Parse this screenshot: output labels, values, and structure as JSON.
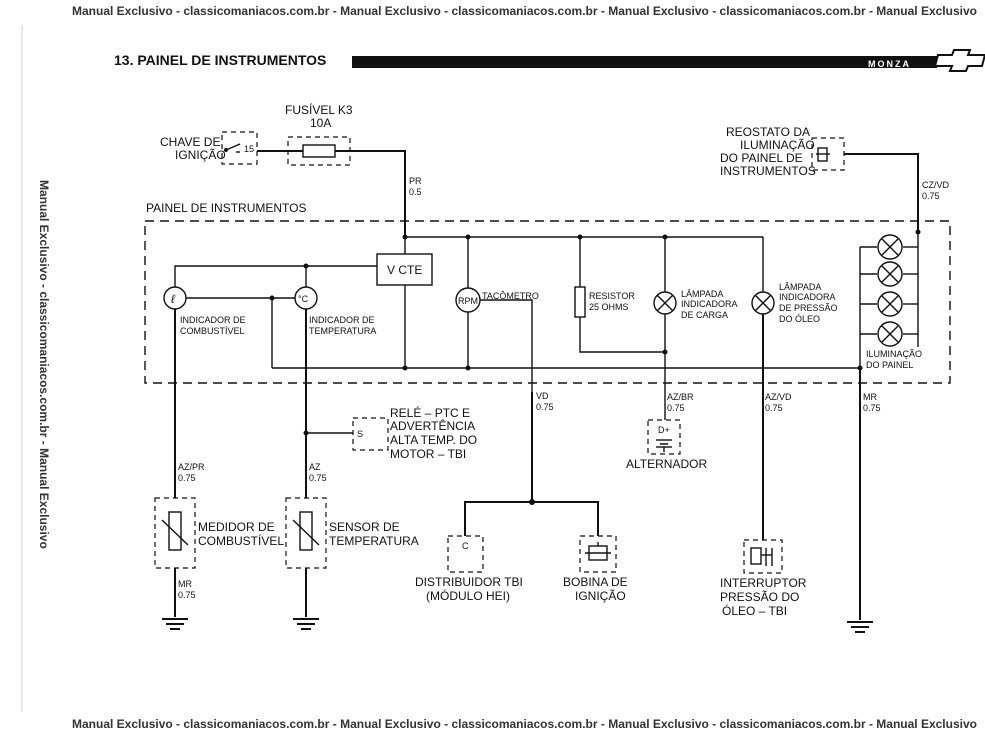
{
  "watermark": {
    "top": "Manual Exclusivo - classicomaniacos.com.br - Manual  Exclusivo - classicomaniacos.com.br - Manual  Exclusivo - classicomaniacos.com.br - Manual  Exclusivo",
    "bottom": "Manual  Exclusivo - classicomaniacos.com.br - Manual  Exclusivo - classicomaniacos.com.br - Manual  Exclusivo - classicomaniacos.com.br - Manual  Exclusivo",
    "side": "Manual Exclusivo - classicomaniacos.com.br - Manual  Exclusivo"
  },
  "header": {
    "title": "13. PAINEL DE INSTRUMENTOS",
    "brand": "MONZA"
  },
  "components": {
    "fuse": [
      "FUSÍVEL K3",
      "10A"
    ],
    "ignition_switch": [
      "CHAVE DE",
      "IGNIÇÃO"
    ],
    "ignition_pin": "15",
    "wire_pr": [
      "PR",
      "0.5"
    ],
    "rheostat": [
      "REOSTATO DA",
      "ILUMINAÇÃO",
      "DO PAINEL DE",
      "INSTRUMENTOS"
    ],
    "wire_cz": [
      "CZ/VD",
      "0.75"
    ],
    "panel_label": "PAINEL DE INSTRUMENTOS",
    "vcte": "V CTE",
    "fuel_symbol": "ℓ",
    "temp_symbol": "°C",
    "fuel_indicator": [
      "INDICADOR DE",
      "COMBUSTÍVEL"
    ],
    "temp_indicator": [
      "INDICADOR DE",
      "TEMPERATURA"
    ],
    "rpm": "RPM",
    "tachometer": "TACÔMETRO",
    "resistor": [
      "RESISTOR",
      "25 OHMS"
    ],
    "charge_lamp": [
      "LÂMPADA",
      "INDICADORA",
      "DE CARGA"
    ],
    "oil_lamp": [
      "LÂMPADA",
      "INDICADORA",
      "DE PRESSÃO",
      "DO ÓLEO"
    ],
    "panel_lights": [
      "ILUMINAÇÃO",
      "DO PAINEL"
    ],
    "wire_vd": [
      "VD",
      "0.75"
    ],
    "wire_azbr": [
      "AZ/BR",
      "0.75"
    ],
    "wire_azvd": [
      "AZ/VD",
      "0.75"
    ],
    "wire_mr_right": [
      "MR",
      "0.75"
    ],
    "relay": [
      "RELÉ  – PTC E",
      "ADVERTÊNCIA",
      "ALTA TEMP. DO",
      "MOTOR  – TBI"
    ],
    "relay_pin": "S",
    "alternator": "ALTERNADOR",
    "alternator_pin": "D+",
    "wire_azpr": [
      "AZ/PR",
      "0.75"
    ],
    "wire_az": [
      "AZ",
      "0.75"
    ],
    "fuel_gauge": [
      "MEDIDOR DE",
      "COMBUSTÍVEL"
    ],
    "temp_sensor": [
      "SENSOR DE",
      "TEMPERATURA"
    ],
    "wire_mr_left": [
      "MR",
      "0.75"
    ],
    "distributor": [
      "DISTRIBUIDOR TBI",
      "(MÓDULO HEI)"
    ],
    "distributor_pin": "C",
    "coil": [
      "BOBINA  DE",
      "IGNIÇÃO"
    ],
    "oil_switch": [
      "INTERRUPTOR",
      "PRESSÃO  DO",
      "ÓLEO  – TBI"
    ]
  }
}
